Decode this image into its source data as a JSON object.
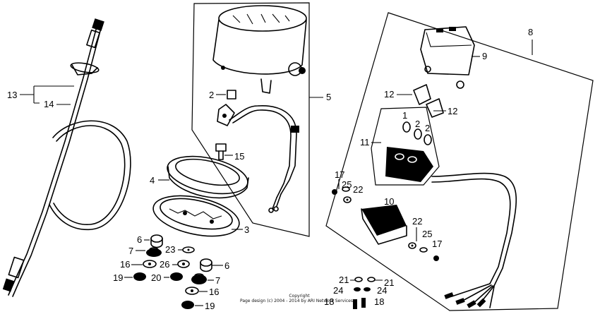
{
  "diagram": {
    "labels": {
      "l13": "13",
      "l14": "14",
      "l1": "1",
      "l2a": "2",
      "l2b": "2",
      "l2c": "2",
      "l3": "3",
      "l4": "4",
      "l5": "5",
      "l6a": "6",
      "l6b": "6",
      "l7a": "7",
      "l7b": "7",
      "l8": "8",
      "l9": "9",
      "l10": "10",
      "l11": "11",
      "l12a": "12",
      "l12b": "12",
      "l15": "15",
      "l16a": "16",
      "l16b": "16",
      "l17a": "17",
      "l17b": "17",
      "l18a": "18",
      "l18b": "18",
      "l19a": "19",
      "l19b": "19",
      "l20": "20",
      "l21a": "21",
      "l21b": "21",
      "l22a": "22",
      "l22b": "22",
      "l23": "23",
      "l24a": "24",
      "l24b": "24",
      "l25a": "25",
      "l25b": "25",
      "l26": "26"
    },
    "copyright_line1": "Copyright",
    "copyright_line2": "Page design (c) 2004 - 2014 by ARI Network Services"
  }
}
